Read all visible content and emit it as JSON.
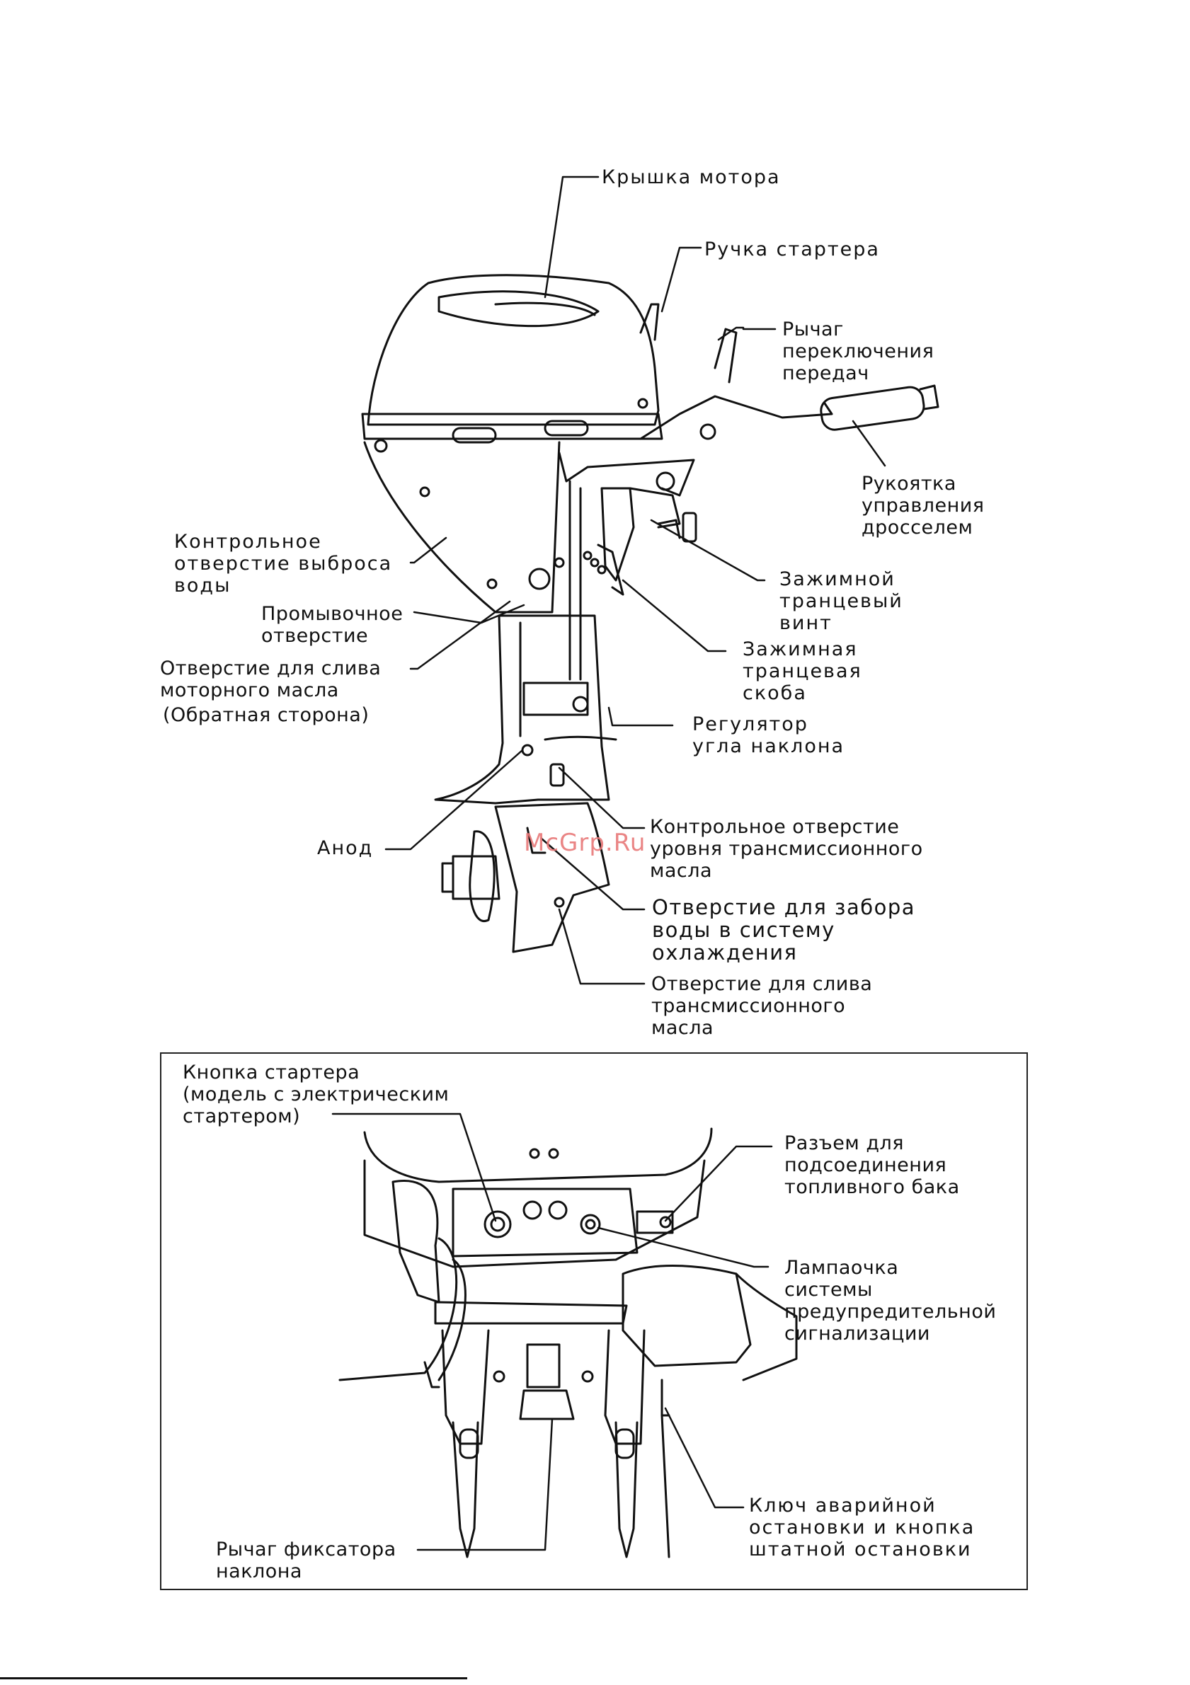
{
  "labels": {
    "cover": "Крышка мотора",
    "starter_handle": "Ручка стартера",
    "shift_lever": "Рычаг\nпереключения\nпередач",
    "throttle_grip": "Рукоятка\nуправления\nдросселем",
    "check_hole": "Контрольное\nотверстие выброса\nводы",
    "flush_port": "Промывочное\nотверстие",
    "oil_drain": "Отверстие для слива\nмоторного масла",
    "oil_drain_note": "(Обратная сторона)",
    "clamp_screw": "Зажимной\nтранцевый\nвинт",
    "clamp_bracket": "Зажимная\nтранцевая\nскоба",
    "trim_adjuster": "Регулятор\nугла наклона",
    "anode": "Анод",
    "gear_oil_level": "Контрольное отверстие\nуровня трансмиссионного\nмасла",
    "water_intake": "Отверстие для забора\nводы в  систему\nохлаждения",
    "gear_oil_drain": "Отверстие для слива\nтрансмиссионного\nмасла",
    "starter_button": "Кнопка стартера\n(модель с электрическим\nстартером)",
    "fuel_connector": "Разъем для\nподсоединения\nтопливного бака",
    "warning_lamp": "Лампаочка\nсистемы\nпредупредительной\nсигнализации",
    "stop_switch": "Ключ аварийной\nостановки и кнопка\nштатной остановки",
    "tilt_lock": "Рычаг фиксатора\nнаклона"
  },
  "watermark": "McGrp.Ru"
}
